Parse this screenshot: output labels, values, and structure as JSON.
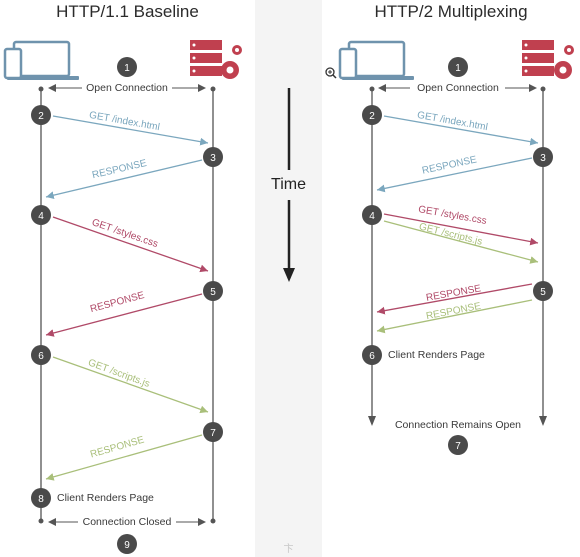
{
  "left": {
    "title": "HTTP/1.1 Baseline",
    "steps": [
      "1",
      "2",
      "3",
      "4",
      "5",
      "6",
      "7",
      "8",
      "9"
    ],
    "open_connection": "Open Connection",
    "request_index": "GET /index.html",
    "response_1": "RESPONSE",
    "request_styles": "GET /styles.css",
    "response_2": "RESPONSE",
    "request_scripts": "GET /scripts.js",
    "response_3": "RESPONSE",
    "client_renders": "Client Renders Page",
    "connection_closed": "Connection Closed"
  },
  "middle": {
    "time_label": "Time",
    "watermark": "卞"
  },
  "right": {
    "title": "HTTP/2 Multiplexing",
    "steps": [
      "1",
      "2",
      "3",
      "4",
      "5",
      "6",
      "7"
    ],
    "open_connection": "Open Connection",
    "request_index": "GET /index.html",
    "response_1": "RESPONSE",
    "request_styles": "GET /styles.css",
    "request_scripts": "GET /scripts.js",
    "response_styles": "RESPONSE",
    "response_scripts": "RESPONSE",
    "client_renders": "Client Renders Page",
    "connection_open": "Connection Remains Open"
  },
  "colors": {
    "blue": "#7ba7be",
    "red": "#b04a68",
    "green": "#a9bf7a",
    "line": "#555555",
    "circle": "#4a4a4a",
    "server": "#c0404f",
    "laptop": "#6f93ad"
  },
  "icons": [
    "laptop-phone-icon",
    "server-gear-icon",
    "zoom-cursor-icon"
  ]
}
